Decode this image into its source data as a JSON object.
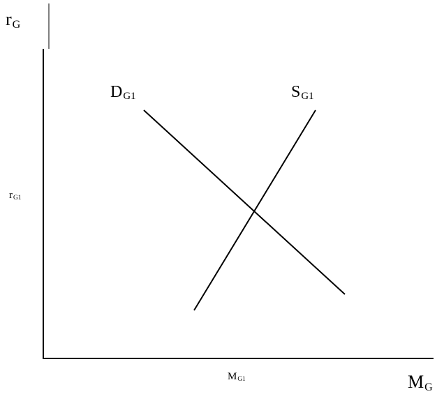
{
  "axes": {
    "y_label": {
      "main": "r",
      "sub": "G"
    },
    "x_label": {
      "main": "M",
      "sub": "G"
    }
  },
  "curves": {
    "demand": {
      "main": "D",
      "sub": "G1"
    },
    "supply": {
      "main": "S",
      "sub": "G1"
    }
  },
  "equilibrium": {
    "rate": {
      "main": "r",
      "sub": "G1"
    },
    "quantity": {
      "main": "M",
      "sub": "G1"
    }
  },
  "colors": {
    "ink": "#000000",
    "background": "#ffffff"
  }
}
